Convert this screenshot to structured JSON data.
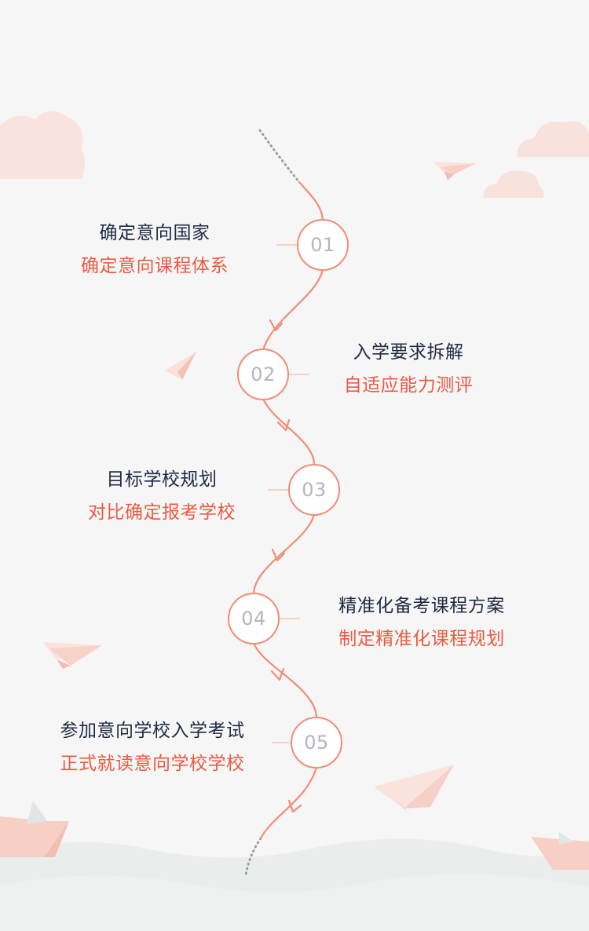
{
  "colors": {
    "background": "#f7f6f6",
    "accent": "#f28c76",
    "title_text": "#1f2a44",
    "subtitle_text": "#ea5b43",
    "number_text": "#b4b4c2",
    "cloud": "#f9dcd6",
    "wave": "#e9edec"
  },
  "steps": [
    {
      "number": "01",
      "title": "确定意向国家",
      "subtitle": "确定意向课程体系"
    },
    {
      "number": "02",
      "title": "入学要求拆解",
      "subtitle": "自适应能力测评"
    },
    {
      "number": "03",
      "title": "目标学校规划",
      "subtitle": "对比确定报考学校"
    },
    {
      "number": "04",
      "title": "精准化备考课程方案",
      "subtitle": "制定精准化课程规划"
    },
    {
      "number": "05",
      "title": "参加意向学校入学考试",
      "subtitle": "正式就读意向学校学校"
    }
  ],
  "decorations": {
    "icons": [
      "cloud-icon",
      "paper-plane-icon",
      "paper-boat-icon",
      "arrow-down-icon"
    ]
  }
}
